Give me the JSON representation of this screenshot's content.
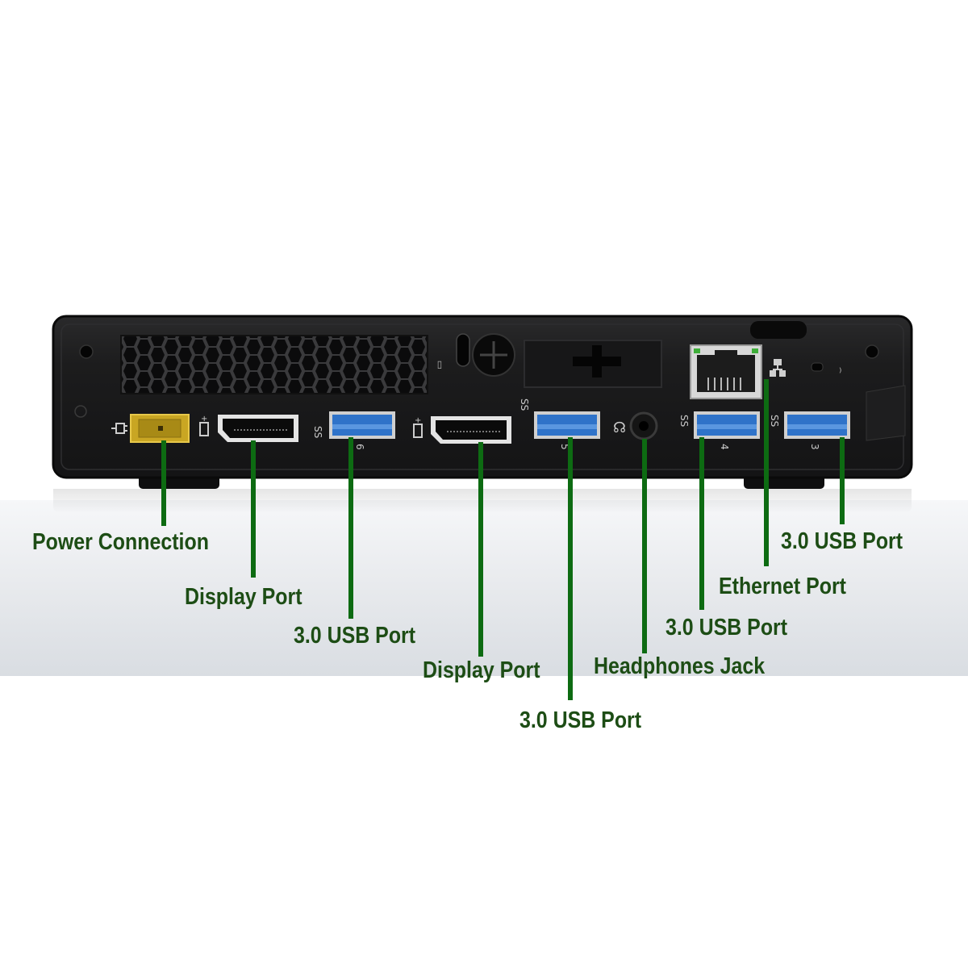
{
  "labels": {
    "power": "Power Connection",
    "display1": "Display Port",
    "usb6": "3.0 USB Port",
    "display2": "Display Port",
    "usb5": "3.0 USB Port",
    "headphones": "Headphones Jack",
    "usb4": "3.0 USB Port",
    "ethernet": "Ethernet Port",
    "usb3": "3.0 USB Port"
  },
  "port_numbers": {
    "usb6": "6",
    "usb5": "5",
    "usb4": "4",
    "usb3": "3"
  },
  "port_markings": {
    "superspeed": "SS"
  },
  "colors": {
    "chassis": "#1a1a1b",
    "usb_blue": "#2f73c9",
    "power_yellow": "#c9a623",
    "leader_green": "#0d6b12",
    "label_green": "#1d4d15"
  },
  "icons": {
    "power": "power-plug-icon",
    "displayport": "displayport-icon",
    "usb": "usb-superspeed-icon",
    "headphones": "headphones-icon",
    "ethernet": "network-icon",
    "lock": "lock-slot-icon"
  }
}
